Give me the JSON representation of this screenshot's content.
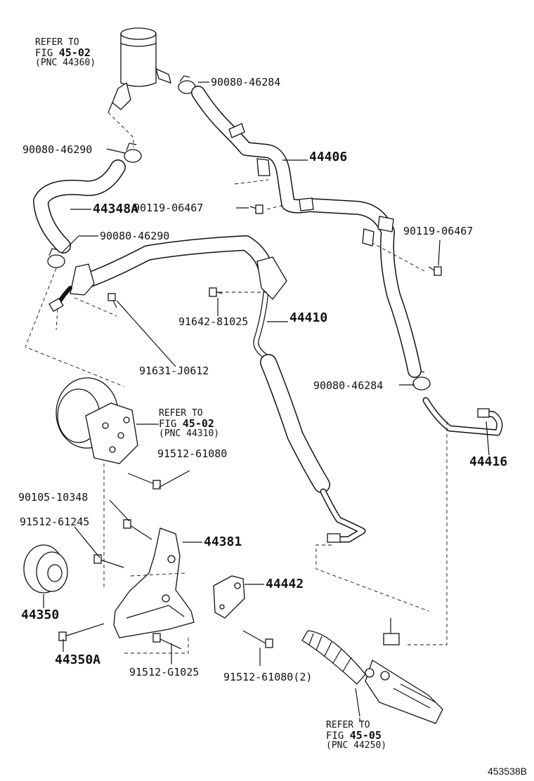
{
  "diagram": {
    "figure_id": "453538B",
    "notes": [
      {
        "id": "reservoir",
        "line1": "REFER TO",
        "fig_prefix": "FIG",
        "fig": "45-02",
        "pnc": "(PNC 44360)"
      },
      {
        "id": "pump",
        "line1": "REFER TO",
        "fig_prefix": "FIG",
        "fig": "45-02",
        "pnc": "(PNC 44310)"
      },
      {
        "id": "gear",
        "line1": "REFER TO",
        "fig_prefix": "FIG",
        "fig": "45-05",
        "pnc": "(PNC 44250)"
      }
    ],
    "parts": {
      "p90080_46284_a": "90080-46284",
      "p90080_46290_a": "90080-46290",
      "p44406": "44406",
      "p90119_06467_a": "90119-06467",
      "p44348a": "44348A",
      "p90119_06467_b": "90119-06467",
      "p90080_46290_b": "90080-46290",
      "p91642_81025": "91642-81025",
      "p44410": "44410",
      "p91631_j0612": "91631-J0612",
      "p90080_46284_b": "90080-46284",
      "p91512_61080_a": "91512-61080",
      "p44416": "44416",
      "p90105_10348": "90105-10348",
      "p91512_61245": "91512-61245",
      "p44381": "44381",
      "p44442": "44442",
      "p44350": "44350",
      "p44350a": "44350A",
      "p91512_g1025": "91512-G1025",
      "p91512_61080_b": "91512-61080(2)"
    }
  }
}
